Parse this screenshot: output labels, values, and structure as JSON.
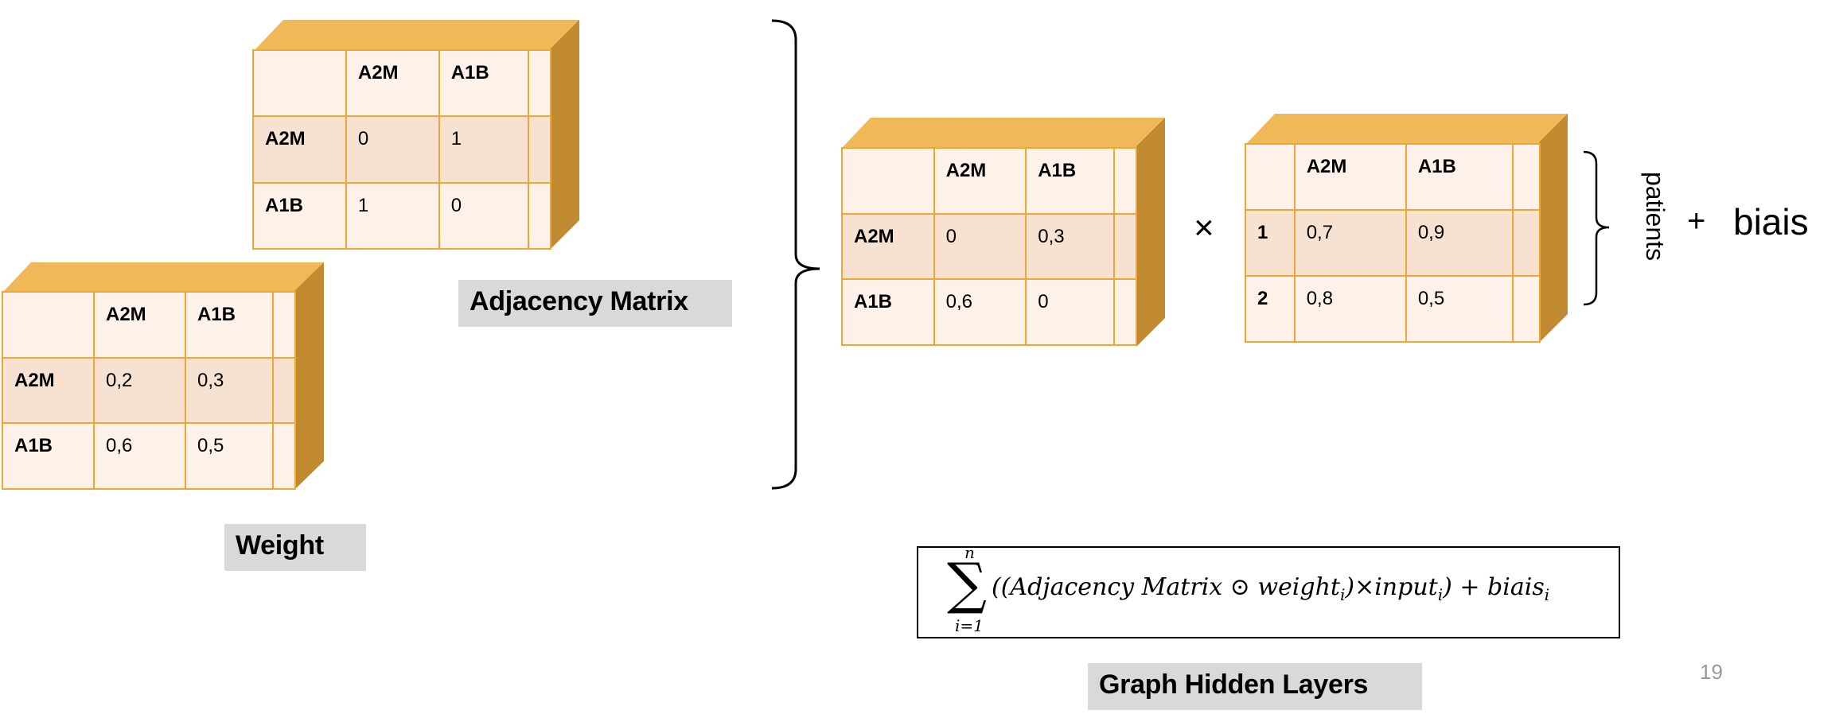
{
  "adjacency": {
    "label": "Adjacency Matrix",
    "col_headers": [
      "",
      "A2M",
      "A1B",
      ""
    ],
    "rows": [
      {
        "head": "A2M",
        "cells": [
          "0",
          "1",
          ""
        ]
      },
      {
        "head": "A1B",
        "cells": [
          "1",
          "0",
          ""
        ]
      }
    ]
  },
  "weight": {
    "label": "Weight",
    "col_headers": [
      "",
      "A2M",
      "A1B",
      ""
    ],
    "rows": [
      {
        "head": "A2M",
        "cells": [
          "0,2",
          "0,3",
          ""
        ]
      },
      {
        "head": "A1B",
        "cells": [
          "0,6",
          "0,5",
          ""
        ]
      }
    ]
  },
  "product": {
    "col_headers": [
      "",
      "A2M",
      "A1B",
      ""
    ],
    "rows": [
      {
        "head": "A2M",
        "cells": [
          "0",
          "0,3",
          ""
        ]
      },
      {
        "head": "A1B",
        "cells": [
          "0,6",
          "0",
          ""
        ]
      }
    ]
  },
  "input": {
    "col_headers": [
      "",
      "A2M",
      "A1B",
      ""
    ],
    "rows": [
      {
        "head": "1",
        "cells": [
          "0,7",
          "0,9",
          ""
        ]
      },
      {
        "head": "2",
        "cells": [
          "0,8",
          "0,5",
          ""
        ]
      }
    ]
  },
  "times_symbol": "×",
  "patients_label": "patients",
  "plus_symbol": "+",
  "biais_label": "biais",
  "formula": {
    "sum_upper": "n",
    "sum_lower": "i=1",
    "body": "((Adjacency Matrix ⊙ weight",
    "sub1": "i",
    "mid": ")×input",
    "sub2": "i",
    "tail": ") + biais",
    "sub3": "i"
  },
  "hidden_label": "Graph Hidden Layers",
  "page_number": "19"
}
